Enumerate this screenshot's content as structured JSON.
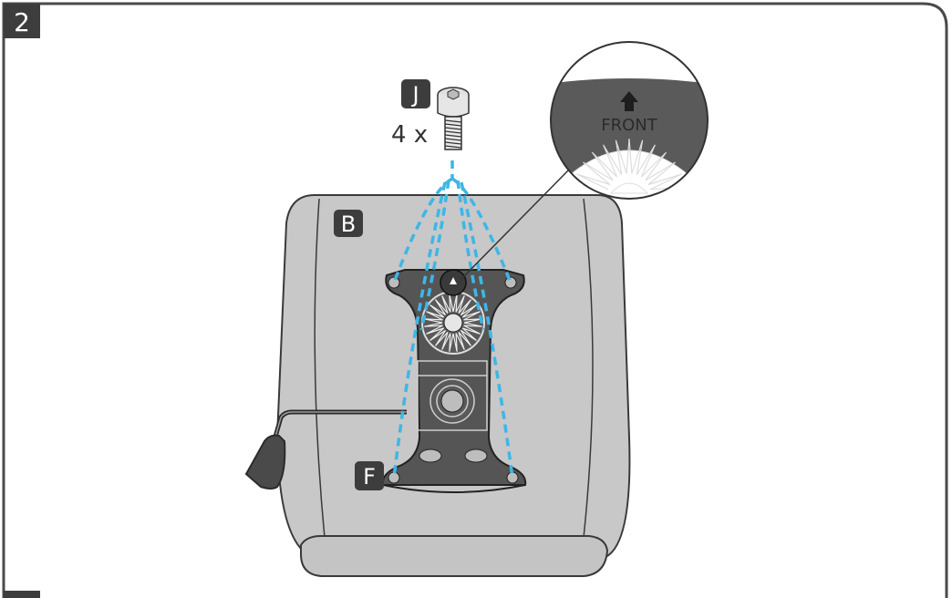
{
  "step": {
    "number": "2"
  },
  "parts": {
    "screw_label": "J",
    "quantity": "4 x",
    "seat_label": "B",
    "plate_label": "F"
  },
  "callout": {
    "text": "FRONT"
  },
  "colors": {
    "frame": "#4a4a4a",
    "seat_fill": "#c8c8c8",
    "seat_stroke": "#3a3a3a",
    "plate_fill": "#555555",
    "badge_fill": "#3d3d3d",
    "dash_line": "#3fb6e6",
    "callout_fill": "#5a5a5a"
  },
  "icons": [
    "screw-icon",
    "front-arrow-icon",
    "tilt-knob-icon",
    "lever-handle-icon"
  ]
}
